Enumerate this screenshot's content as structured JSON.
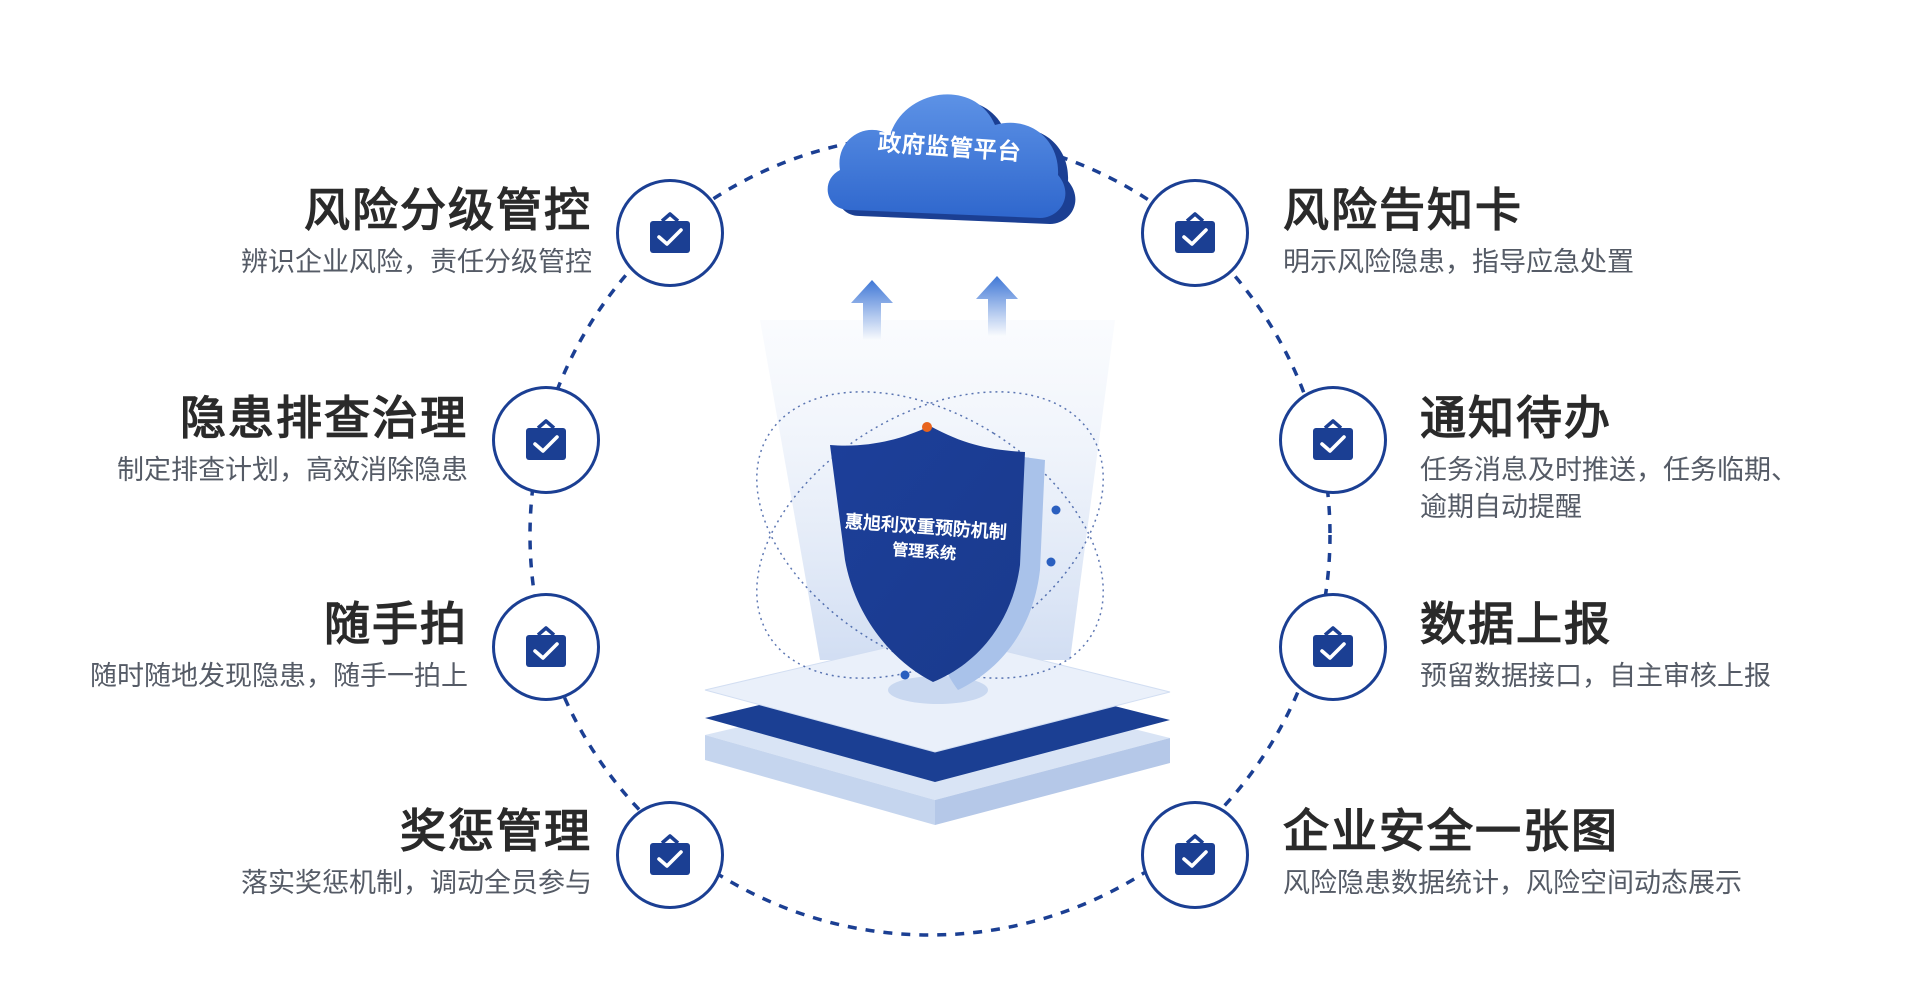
{
  "center": {
    "cloud_label": "政府监管平台",
    "system_name_line1": "惠旭利双重预防机制",
    "system_name_line2": "管理系统"
  },
  "features_left": [
    {
      "title": "风险分级管控",
      "desc": "辨识企业风险，责任分级管控"
    },
    {
      "title": "隐患排查治理",
      "desc": "制定排查计划，高效消除隐患"
    },
    {
      "title": "随手拍",
      "desc": "随时随地发现隐患，随手一拍上"
    },
    {
      "title": "奖惩管理",
      "desc": "落实奖惩机制，调动全员参与"
    }
  ],
  "features_right": [
    {
      "title": "风险告知卡",
      "desc": "明示风险隐患，指导应急处置"
    },
    {
      "title": "通知待办",
      "desc": "任务消息及时推送，任务临期、",
      "desc2": "逾期自动提醒"
    },
    {
      "title": "数据上报",
      "desc": "预留数据接口，自主审核上报"
    },
    {
      "title": "企业安全一张图",
      "desc": "风险隐患数据统计，风险空间动态展示"
    }
  ],
  "icons": {
    "feature_badge": "briefcase-check-icon",
    "cloud": "cloud-icon",
    "shield": "shield-icon",
    "arrow": "arrow-up-icon"
  },
  "colors": {
    "primary": "#1b3f93",
    "accent": "#2a5fbf",
    "light": "#dce7f7",
    "orange_dot": "#e8641e",
    "title": "#2a2a2a",
    "desc": "#555b66"
  }
}
